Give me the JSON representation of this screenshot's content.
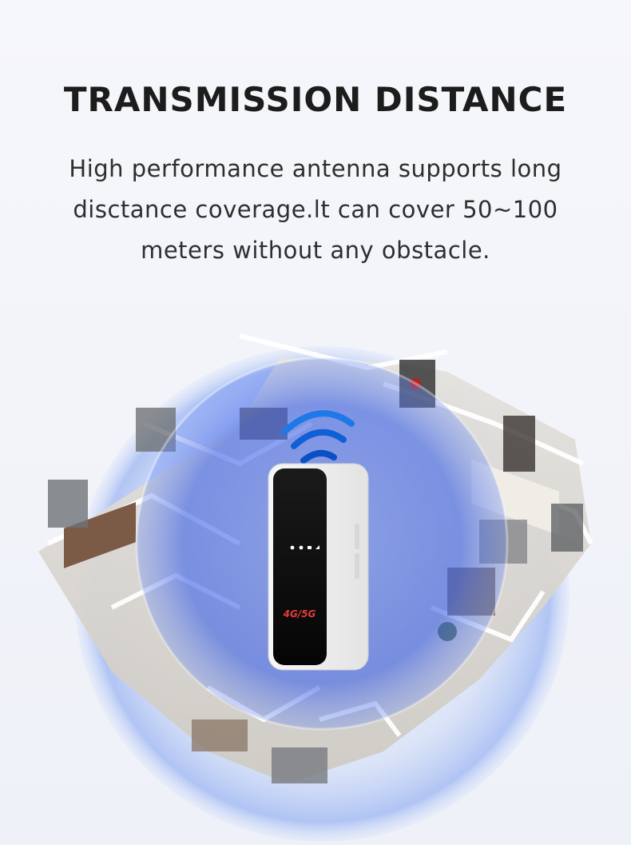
{
  "header": {
    "title": "TRANSMISSION DISTANCE",
    "description_lines": [
      "High performance antenna supports long",
      "disctance coverage.lt can cover 50~100",
      "meters without any obstacle."
    ]
  },
  "device": {
    "badge": "4G/5G",
    "icons": [
      "wifi-icon",
      "network-icon",
      "message-icon",
      "signal-icon"
    ]
  },
  "colors": {
    "title": "#1c1c1c",
    "text": "#2e2e2e",
    "coverage_blue": "#3b6fe0",
    "signal_blue": "#1f6fe5",
    "background": "#f3f5fa"
  }
}
